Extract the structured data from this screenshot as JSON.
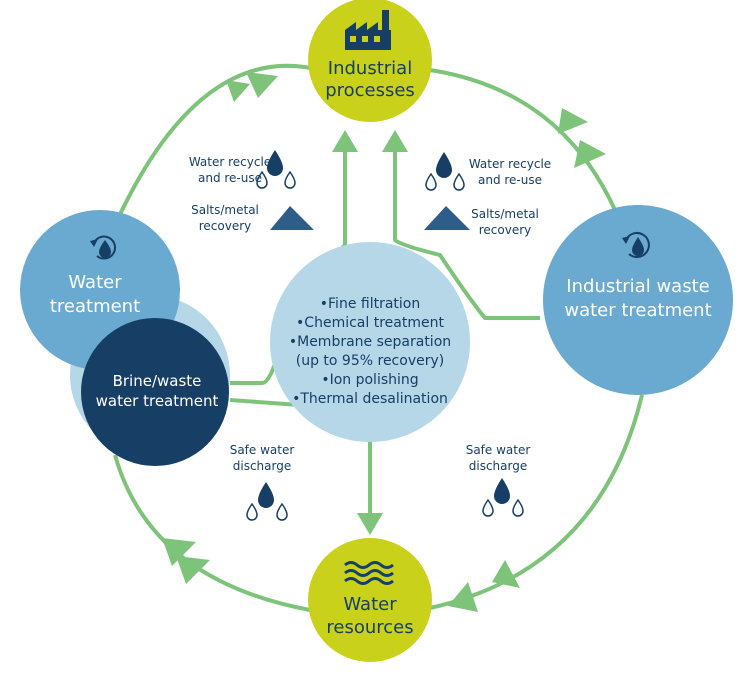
{
  "nodes": {
    "industrial_processes": {
      "line1": "Industrial",
      "line2": "processes",
      "icon": "factory-icon"
    },
    "water_resources": {
      "line1": "Water",
      "line2": "resources",
      "icon": "waves-icon"
    },
    "water_treatment": {
      "line1": "Water",
      "line2": "treatment",
      "icon": "recycle-drop-icon"
    },
    "industrial_waste": {
      "line1": "Industrial waste",
      "line2": "water treatment",
      "icon": "recycle-drop-icon"
    },
    "brine": {
      "line1": "Brine/waste",
      "line2": "water treatment"
    }
  },
  "center": {
    "items": [
      "•Fine filtration",
      "•Chemical treatment",
      "•Membrane separation",
      "(up to 95% recovery)",
      "•Ion polishing",
      "•Thermal desalination"
    ]
  },
  "annotations": {
    "left_recycle": {
      "line1": "Water recycle",
      "line2": "and re-use"
    },
    "left_salts": {
      "line1": "Salts/metal",
      "line2": "recovery"
    },
    "right_recycle": {
      "line1": "Water recycle",
      "line2": "and re-use"
    },
    "right_salts": {
      "line1": "Salts/metal",
      "line2": "recovery"
    },
    "left_safe": {
      "line1": "Safe water",
      "line2": "discharge"
    },
    "right_safe": {
      "line1": "Safe water",
      "line2": "discharge"
    }
  },
  "colors": {
    "arrow_green": "#7dc37a",
    "yellow": "#c9d11a",
    "light_blue": "#6aa9d0",
    "pale_blue": "#b5d7e8",
    "dark_blue": "#173f66",
    "text_dark": "#173f66"
  }
}
